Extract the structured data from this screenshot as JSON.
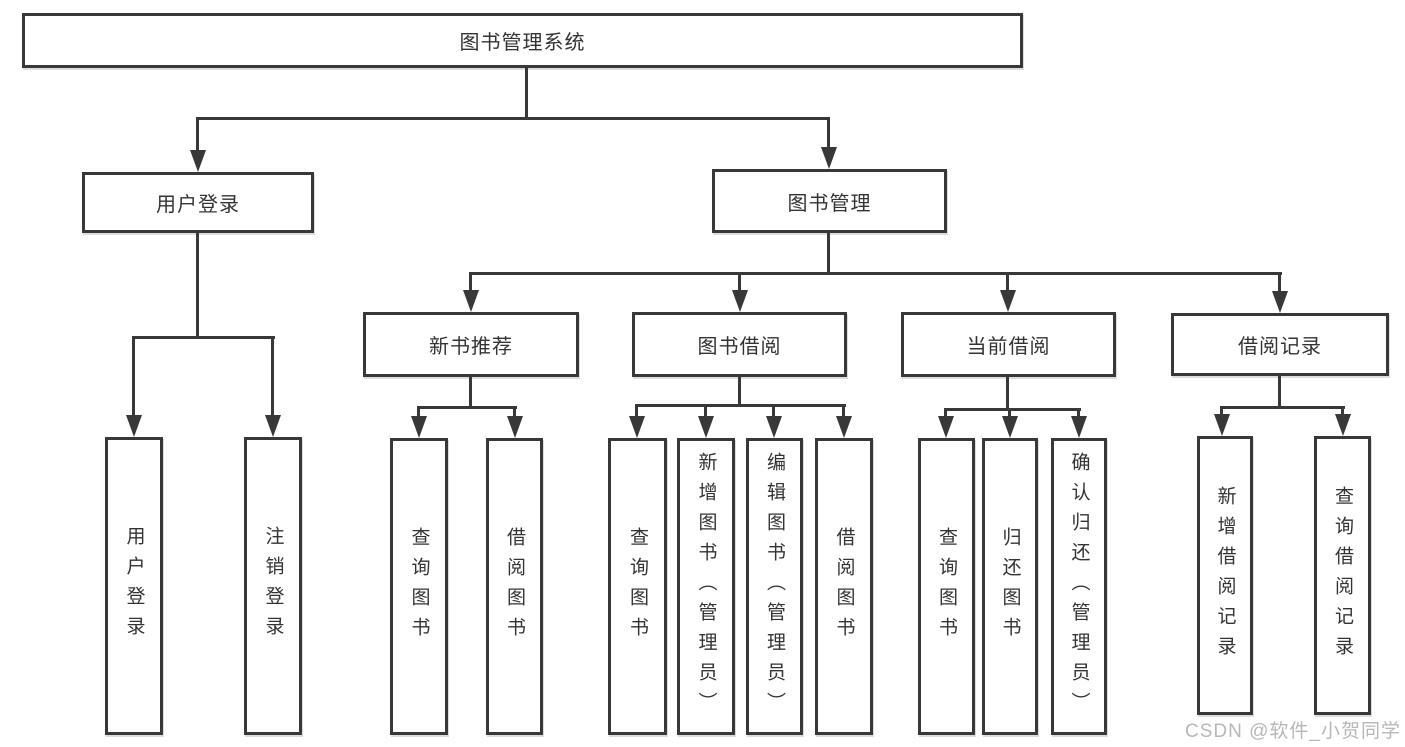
{
  "diagram": {
    "root": "图书管理系统",
    "level2": [
      "用户登录",
      "图书管理"
    ],
    "level3": [
      "新书推荐",
      "图书借阅",
      "当前借阅",
      "借阅记录"
    ],
    "leaves": {
      "user_login": [
        "用户登录",
        "注销登录"
      ],
      "new_books": [
        "查询图书",
        "借阅图书"
      ],
      "book_borrow": [
        "查询图书",
        "新增图书（管理员）",
        "编辑图书（管理员）",
        "借阅图书"
      ],
      "current_borrow": [
        "查询图书",
        "归还图书",
        "确认归还（管理员）"
      ],
      "borrow_records": [
        "新增借阅记录",
        "查询借阅记录"
      ]
    },
    "hierarchy": {
      "图书管理系统": [
        "用户登录",
        "图书管理"
      ],
      "用户登录": [
        "用户登录",
        "注销登录"
      ],
      "图书管理": [
        "新书推荐",
        "图书借阅",
        "当前借阅",
        "借阅记录"
      ],
      "新书推荐": [
        "查询图书",
        "借阅图书"
      ],
      "图书借阅": [
        "查询图书",
        "新增图书（管理员）",
        "编辑图书（管理员）",
        "借阅图书"
      ],
      "当前借阅": [
        "查询图书",
        "归还图书",
        "确认归还（管理员）"
      ],
      "借阅记录": [
        "新增借阅记录",
        "查询借阅记录"
      ]
    },
    "watermark": "CSDN @软件_小贺同学",
    "colors": {
      "line": "#383838",
      "text": "#333333",
      "background": "#ffffff",
      "watermark": "#b7b7b7"
    }
  }
}
